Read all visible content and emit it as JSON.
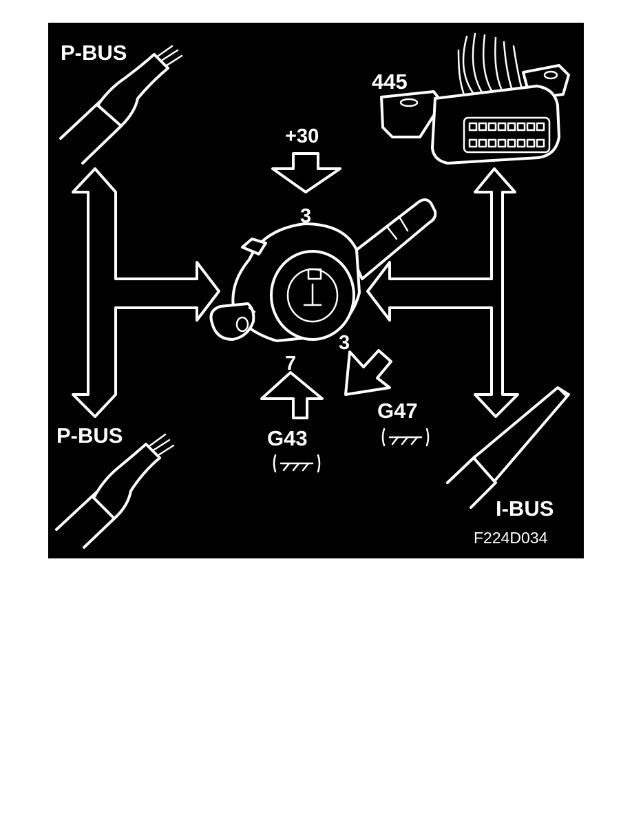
{
  "labels": {
    "p_bus_top": "P-BUS",
    "p_bus_bottom": "P-BUS",
    "i_bus": "I-BUS",
    "connector": "445",
    "plus30": "+30",
    "pin_top": "3",
    "pin_bottom": "7",
    "pin_right": "3",
    "g43": "G43",
    "g47": "G47",
    "figure_id": "F224D034"
  },
  "icons": {
    "ground_symbol": "ground-symbol",
    "connector": "diagnostic-connector-illustration",
    "switch": "steering-column-switch-illustration",
    "cable": "cable-illustration"
  },
  "colors": {
    "background": "#000000",
    "foreground": "#ffffff",
    "page": "#ffffff"
  }
}
